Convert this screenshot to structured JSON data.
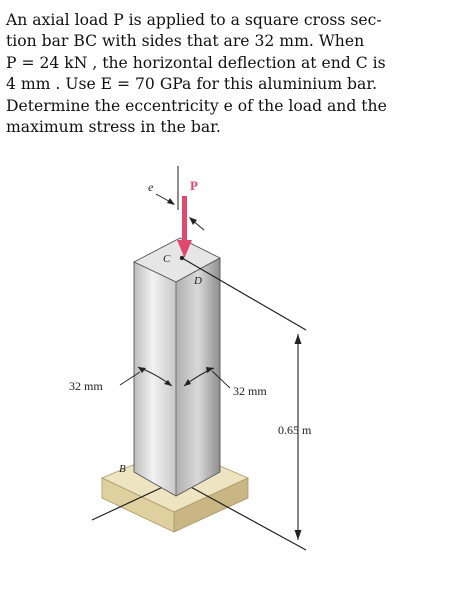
{
  "problem": {
    "lines": [
      "An axial load P is applied to a square cross sec-",
      "tion bar BC with sides that are 32 mm.  When",
      "P = 24 kN , the horizontal deflection at end C is",
      "4 mm .  Use E = 70 GPa for this aluminium bar.",
      "Determine the eccentricity e of the load and the",
      "maximum stress in the bar."
    ]
  },
  "figure": {
    "label_e": "e",
    "label_P": "P",
    "label_C": "C",
    "label_D": "D",
    "label_B": "B",
    "dim_left": "32 mm",
    "dim_right": "32 mm",
    "dim_height": "0.65 m",
    "colors": {
      "load_arrow": "#e04870",
      "bar_light": "#e6e6e6",
      "bar_dark": "#9a9a9a",
      "base_top": "#efe4c2",
      "base_side": "#c9b684"
    }
  }
}
